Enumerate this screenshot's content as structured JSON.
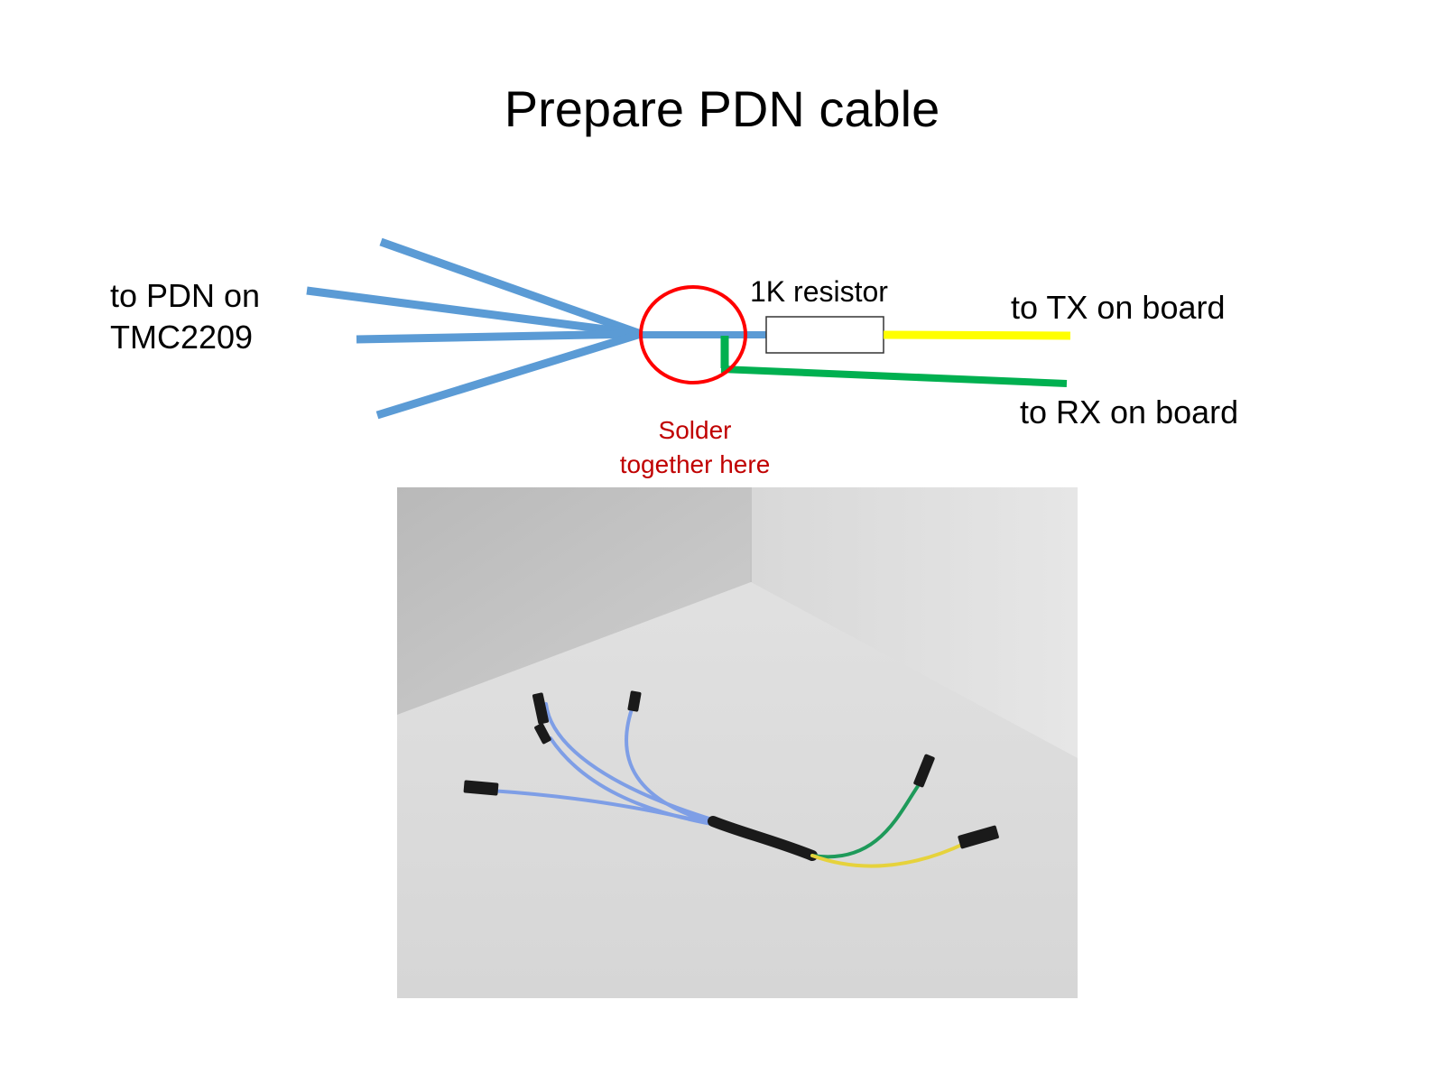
{
  "title": "Prepare PDN cable",
  "labels": {
    "pdn_line1": "to PDN on",
    "pdn_line2": "TMC2209",
    "resistor": "1K resistor",
    "tx": "to TX on board",
    "rx": "to RX on board",
    "solder_line1": "Solder",
    "solder_line2": "together here"
  },
  "colors": {
    "pdn_wire": "#5b9bd5",
    "tx_wire": "#ffff00",
    "rx_wire": "#00b050",
    "solder_circle": "#ff0000",
    "solder_text": "#c00000",
    "wire_blue": "#7e9ee6",
    "wire_green": "#1e9a5a",
    "wire_yellow": "#e6d23c",
    "connector": "#1a1a1a"
  }
}
